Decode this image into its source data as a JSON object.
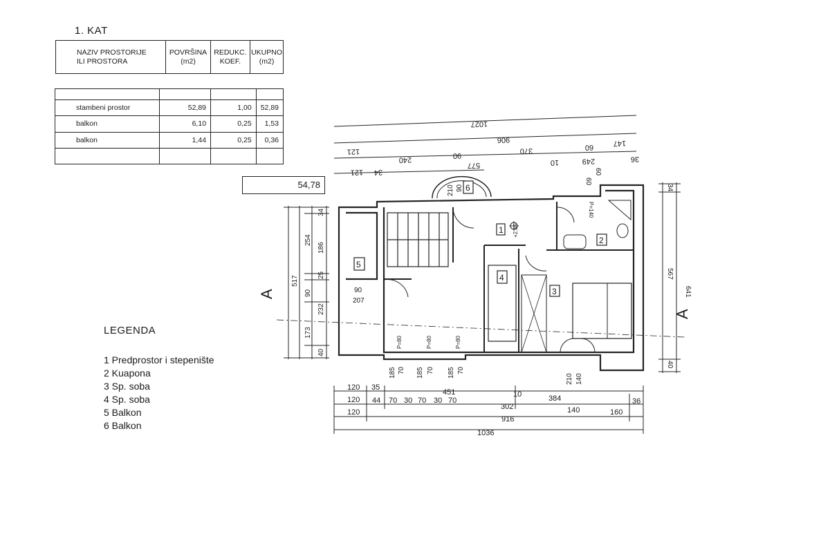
{
  "floor_title": "1. KAT",
  "table": {
    "headers": [
      "NAZIV PROSTORIJE ILI PROSTORA",
      "POVRŠINA (m2)",
      "REDUKC. KOEF.",
      "UKUPNO (m2)"
    ],
    "header_lines": [
      [
        "NAZIV PROSTORIJE",
        "ILI PROSTORA"
      ],
      [
        "POVRŠINA",
        "(m2)"
      ],
      [
        "REDUKC.",
        "KOEF."
      ],
      [
        "UKUPNO",
        "(m2)"
      ]
    ],
    "rows": [
      {
        "name": "stambeni prostor",
        "area": "52,89",
        "coef": "1,00",
        "total": "52,89"
      },
      {
        "name": "balkon",
        "area": "6,10",
        "coef": "0,25",
        "total": "1,53"
      },
      {
        "name": "balkon",
        "area": "1,44",
        "coef": "0,25",
        "total": "0,36"
      }
    ],
    "grand_total": "54,78"
  },
  "legend": {
    "title": "LEGENDA",
    "items": [
      "1 Predprostor i stepenište",
      "2 Kuapona",
      "3 Sp. soba",
      "4 Sp. soba",
      "5 Balkon",
      "6 Balkon"
    ]
  },
  "plan": {
    "room_numbers": [
      "1",
      "2",
      "3",
      "4",
      "5",
      "6"
    ],
    "section_label": "A",
    "level_mark": "+2.65",
    "top_dims": {
      "row1": [
        "1027"
      ],
      "row2": [
        "906"
      ],
      "row3": [
        "121",
        "240",
        "90",
        "370",
        "60",
        "147",
        "10",
        "249",
        "36"
      ],
      "row4": [
        "121",
        "34",
        "577"
      ],
      "openings": [
        "60",
        "60",
        "P=140"
      ]
    },
    "bottom_dims": {
      "row1": [
        "120",
        "35",
        "451",
        "10",
        "384",
        "36"
      ],
      "row2": [
        "120",
        "44",
        "70",
        "30",
        "70",
        "30",
        "70",
        "302",
        "140",
        "160"
      ],
      "row3": [
        "120",
        "916"
      ],
      "row4": [
        "1036"
      ],
      "doors": [
        "P=80",
        "P=80",
        "P=80"
      ],
      "door_dims": [
        "185",
        "70",
        "185",
        "70",
        "185",
        "70",
        "210",
        "140"
      ]
    },
    "left_dims": {
      "outer": "517",
      "inner": [
        "34",
        "254",
        "186",
        "25",
        "90",
        "232",
        "173",
        "40"
      ],
      "window": [
        "90",
        "207"
      ],
      "balcony6": [
        "210",
        "90"
      ]
    },
    "right_dims": {
      "outer": "641",
      "inner": [
        "34",
        "567",
        "40"
      ]
    }
  }
}
